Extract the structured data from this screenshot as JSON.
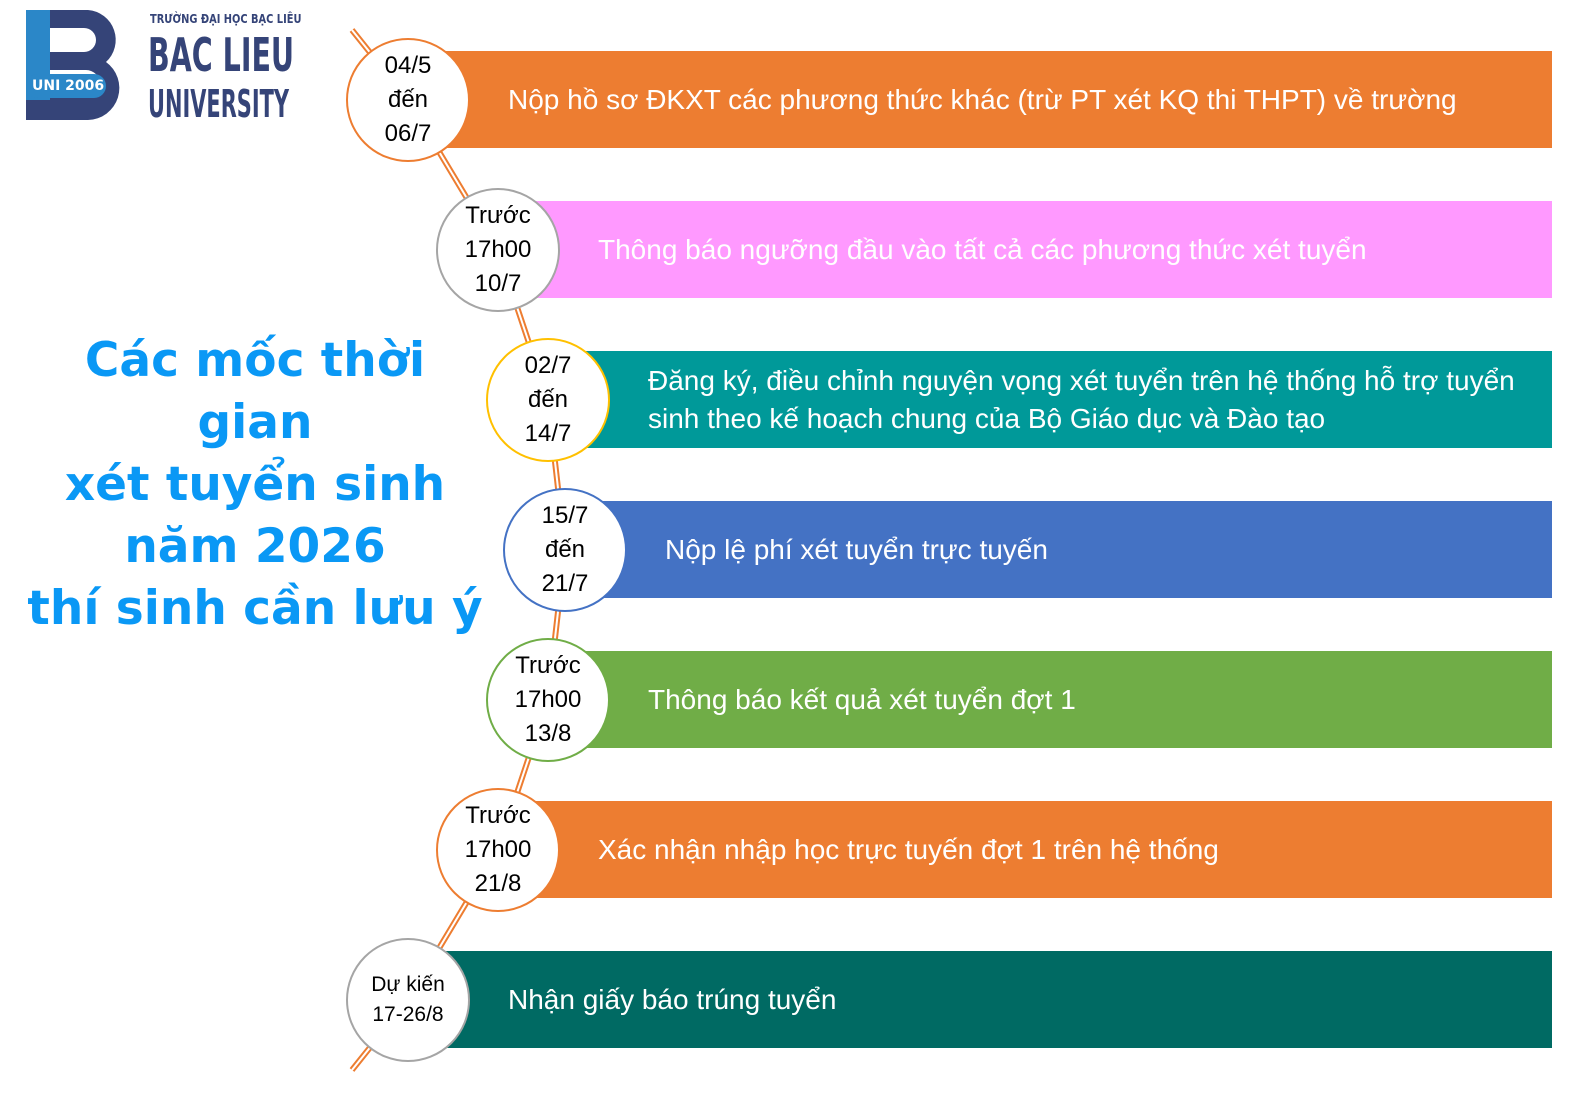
{
  "logo": {
    "school_vn": "TRƯỜNG ĐẠI HỌC BẠC LIÊU",
    "name_line1": "BAC LIEU",
    "name_line2": "UNIVERSITY",
    "badge": "UNI 2006"
  },
  "title": {
    "lines": [
      "Các mốc thời gian",
      "xét tuyển sinh",
      "năm 2026",
      "thí sinh cần lưu ý"
    ]
  },
  "milestones": [
    {
      "date": [
        "04/5",
        "đến",
        "06/7"
      ],
      "text": "Nộp hồ sơ ĐKXT các phương thức khác (trừ PT xét KQ thi THPT) về trường",
      "bar_color": "#ED7D31",
      "ring_color": "#ED7D31"
    },
    {
      "date": [
        "Trước",
        "17h00",
        "10/7"
      ],
      "text": "Thông báo ngưỡng đầu vào tất cả các phương thức xét tuyển",
      "bar_color": "#FF99FF",
      "ring_color": "#A5A5A5"
    },
    {
      "date": [
        "02/7",
        "đến",
        "14/7"
      ],
      "text": "Đăng ký, điều chỉnh nguyện vọng xét tuyển trên hệ thống hỗ trợ tuyển sinh theo kế hoạch chung của Bộ Giáo dục và Đào tạo",
      "bar_color": "#009999",
      "ring_color": "#FFC000"
    },
    {
      "date": [
        "15/7",
        "đến",
        "21/7"
      ],
      "text": "Nộp lệ phí xét tuyển trực tuyến",
      "bar_color": "#4472C4",
      "ring_color": "#4472C4"
    },
    {
      "date": [
        "Trước",
        "17h00",
        "13/8"
      ],
      "text": "Thông báo kết quả xét tuyển đợt 1",
      "bar_color": "#70AD47",
      "ring_color": "#70AD47"
    },
    {
      "date": [
        "Trước",
        "17h00",
        "21/8"
      ],
      "text": "Xác nhận nhập học trực tuyến đợt 1 trên hệ thống",
      "bar_color": "#ED7D31",
      "ring_color": "#ED7D31"
    },
    {
      "date": [
        "Dự kiến",
        "17-26/8"
      ],
      "text": "Nhận giấy báo trúng tuyển",
      "bar_color": "#006A63",
      "ring_color": "#A5A5A5"
    }
  ]
}
